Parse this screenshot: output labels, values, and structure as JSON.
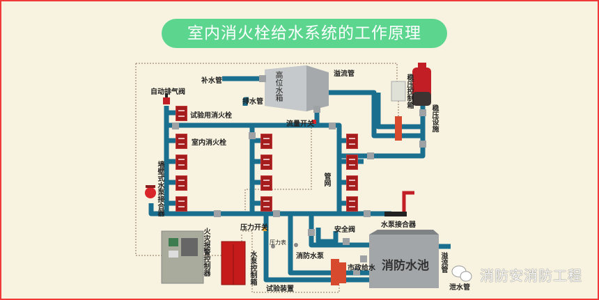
{
  "title": "室内消火栓给水系统的工作原理",
  "labels": {
    "makeup_pipe": "补水管",
    "overflow_pipe_top": "溢流管",
    "high_tank": "高位水箱",
    "auto_vent_valve": "自动排气阀",
    "drain_pipe": "排水管",
    "test_hydrant": "试验用消火栓",
    "flow_switch": "流量开关",
    "indoor_hydrant": "室内消火栓",
    "wall_pump_adapter": "墙壁式水泵接合器",
    "pipe_network": "管网",
    "stabilizer_control_box": "稳压控制箱",
    "stabilizer": "稳压设施",
    "pump_adapter": "水泵接合器",
    "pressure_switch": "压力开关",
    "safety_valve": "安全阀",
    "fire_alarm_controller": "火灾报警控制器",
    "pressure_gauge": "压力表",
    "fire_pump": "消防水泵",
    "pump_control_box": "水泵控制箱",
    "municipal_supply": "市政给水",
    "test_device": "试验装置",
    "overflow_pipe_pool": "溢流管",
    "drain_pipe_pool": "泄水管",
    "fire_pool": "消防水池"
  },
  "watermark": "消防安消防工程",
  "colors": {
    "pipe": "#1a6e8e",
    "hydrant": "#a51c1c",
    "title_bg": "#5cd68f",
    "background": "#f8f3e0",
    "border": "#f03a3a"
  }
}
